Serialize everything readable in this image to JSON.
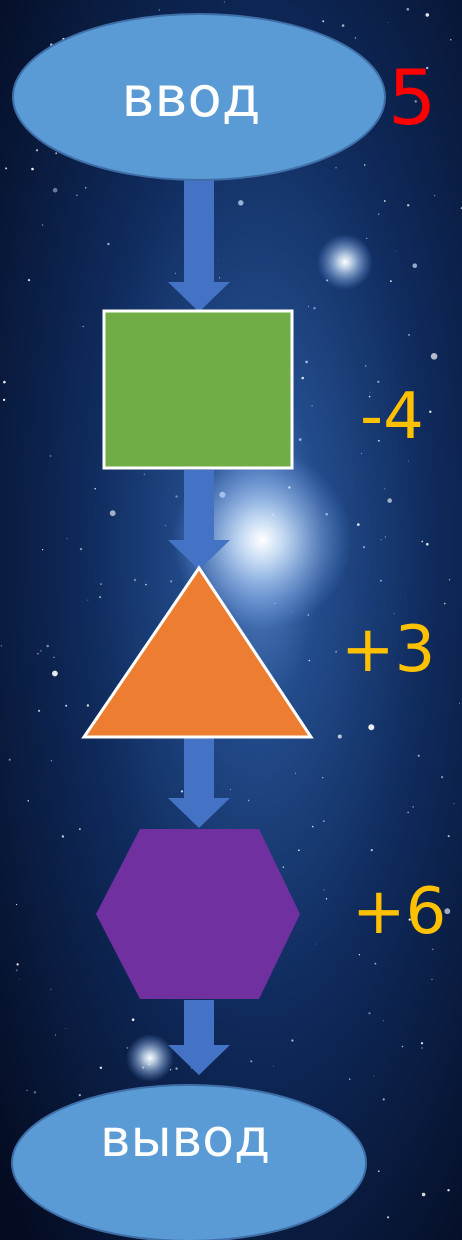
{
  "input": {
    "label": "ввод",
    "value": "5",
    "value_color": "#ff0000"
  },
  "steps": [
    {
      "shape": "rectangle",
      "operation": "-4",
      "fill": "#70ad47"
    },
    {
      "shape": "triangle",
      "operation": "+3",
      "fill": "#ed7d31"
    },
    {
      "shape": "hexagon",
      "operation": "+6",
      "fill": "#7030a0"
    }
  ],
  "output": {
    "label": "вывод"
  },
  "colors": {
    "terminal_fill": "#5b9bd5",
    "arrow_fill": "#4472c4",
    "operation_text": "#ffc000",
    "shape_outline": "#ffffff",
    "background": "#0a1a3d"
  }
}
